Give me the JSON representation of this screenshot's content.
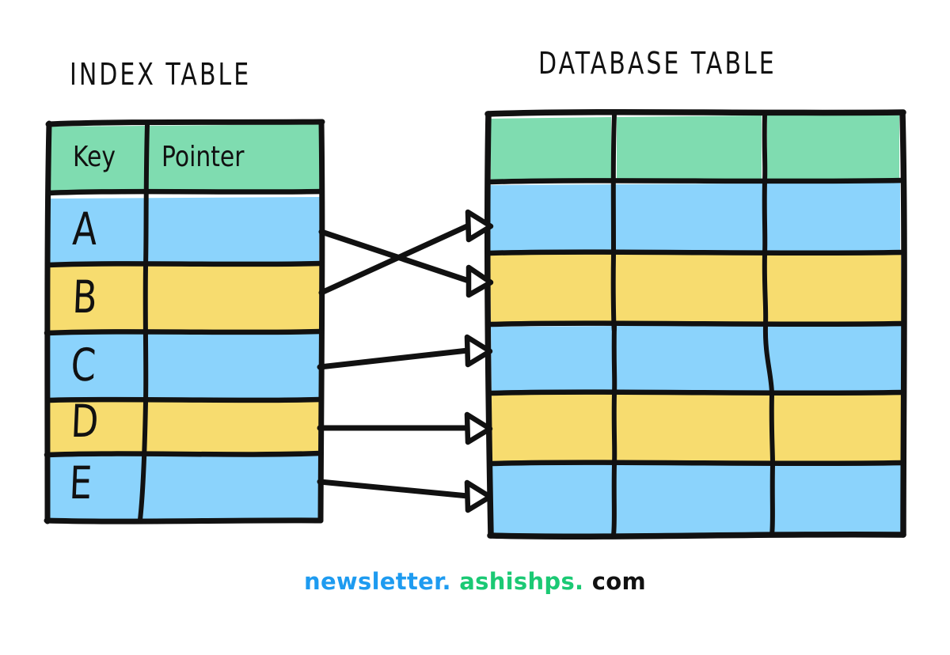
{
  "titles": {
    "index_table": "INDEX TABLE",
    "database_table": "DATABASE TABLE"
  },
  "index_table": {
    "headers": [
      "Key",
      "Pointer"
    ],
    "header_fill": "#7FDCB0",
    "rows": [
      {
        "key": "A",
        "pointer": "",
        "fill": "#8BD3FC"
      },
      {
        "key": "B",
        "pointer": "",
        "fill": "#F7DC6F"
      },
      {
        "key": "C",
        "pointer": "",
        "fill": "#8BD3FC"
      },
      {
        "key": "D",
        "pointer": "",
        "fill": "#F7DC6F"
      },
      {
        "key": "E",
        "pointer": "",
        "fill": "#8BD3FC"
      }
    ]
  },
  "database_table": {
    "column_count": 3,
    "header_fill": "#7FDCB0",
    "header_cells": [
      "",
      "",
      ""
    ],
    "rows": [
      {
        "cells": [
          "",
          "",
          ""
        ],
        "fill": "#8BD3FC"
      },
      {
        "cells": [
          "",
          "",
          ""
        ],
        "fill": "#F7DC6F"
      },
      {
        "cells": [
          "",
          "",
          ""
        ],
        "fill": "#8BD3FC"
      },
      {
        "cells": [
          "",
          "",
          ""
        ],
        "fill": "#F7DC6F"
      },
      {
        "cells": [
          "",
          "",
          ""
        ],
        "fill": "#8BD3FC"
      }
    ]
  },
  "pointers": [
    {
      "from_key": "A",
      "to_row": 2,
      "crosses": true
    },
    {
      "from_key": "B",
      "to_row": 1,
      "crosses": true
    },
    {
      "from_key": "C",
      "to_row": 3,
      "crosses": false
    },
    {
      "from_key": "D",
      "to_row": 4,
      "crosses": false
    },
    {
      "from_key": "E",
      "to_row": 5,
      "crosses": false
    }
  ],
  "watermark": {
    "part1": "newsletter",
    "dot1": ".",
    "part2": " ashishps",
    "dot2": ".",
    "part3": " com"
  },
  "colors": {
    "green": "#7FDCB0",
    "blue": "#8BD3FC",
    "yellow": "#F7DC6F",
    "stroke": "#111111",
    "background": "#FFFFFF",
    "watermark_blue": "#1E9BF0",
    "watermark_green": "#1BC974",
    "watermark_black": "#111111"
  }
}
